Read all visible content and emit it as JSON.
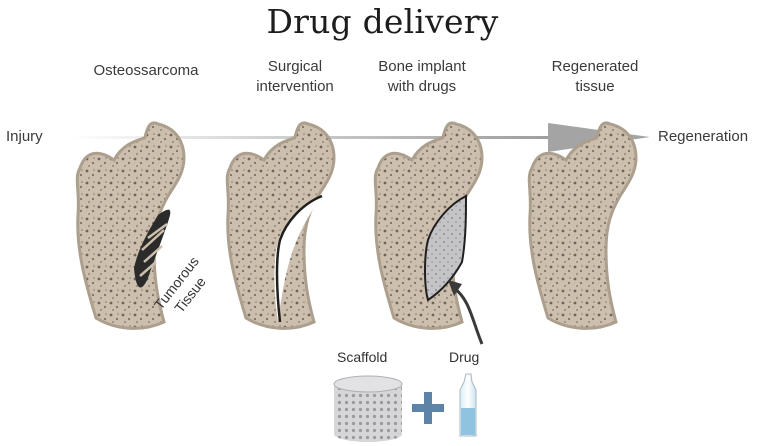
{
  "title": "Drug delivery",
  "stages": [
    {
      "line1": "Osteossarcoma",
      "line2": ""
    },
    {
      "line1": "Surgical",
      "line2": "intervention"
    },
    {
      "line1": "Bone implant",
      "line2": "with drugs"
    },
    {
      "line1": "Regenerated",
      "line2": "tissue"
    }
  ],
  "axis": {
    "start": "Injury",
    "end": "Regeneration"
  },
  "annotations": {
    "tumor_line1": "Tumorous",
    "tumor_line2": "Tissue"
  },
  "components": {
    "scaffold": "Scaffold",
    "drug": "Drug"
  },
  "colors": {
    "bone": "#c9bba9",
    "bone_outline": "#ad9f8d",
    "cavity": "#1f1f1f",
    "implant": "#c9c9cb",
    "plus": "#5b84a7",
    "vial": "#8fc3e0"
  }
}
